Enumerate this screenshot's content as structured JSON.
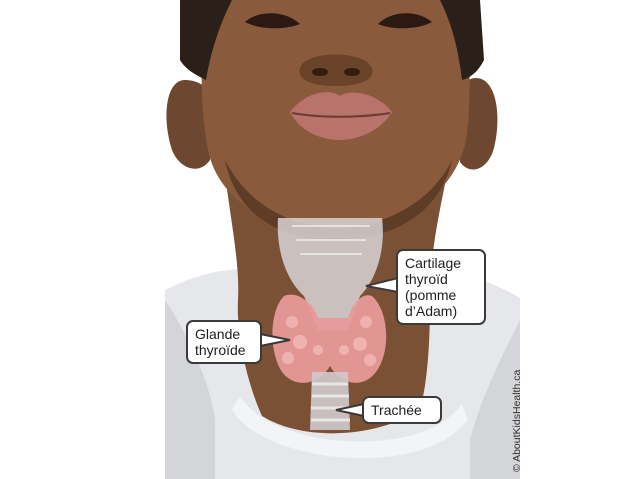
{
  "labels": {
    "thyroid_cartilage": [
      "Cartilage",
      "thyroïd",
      "(pomme",
      "d’Adam)"
    ],
    "thyroid_gland": [
      "Glande",
      "thyroïde"
    ],
    "trachea": "Trachée"
  },
  "credit": "© AboutKidsHealth.ca",
  "colors": {
    "skin": "#7b5136",
    "skin_shadow": "#5e3c26",
    "hair": "#2b2019",
    "lips": "#b8736b",
    "shirt": "#e6e7ea",
    "thyroid_gland": "#e79a9a",
    "cartilage": "#d8d4d6",
    "callout_border": "#3a3a3a"
  }
}
